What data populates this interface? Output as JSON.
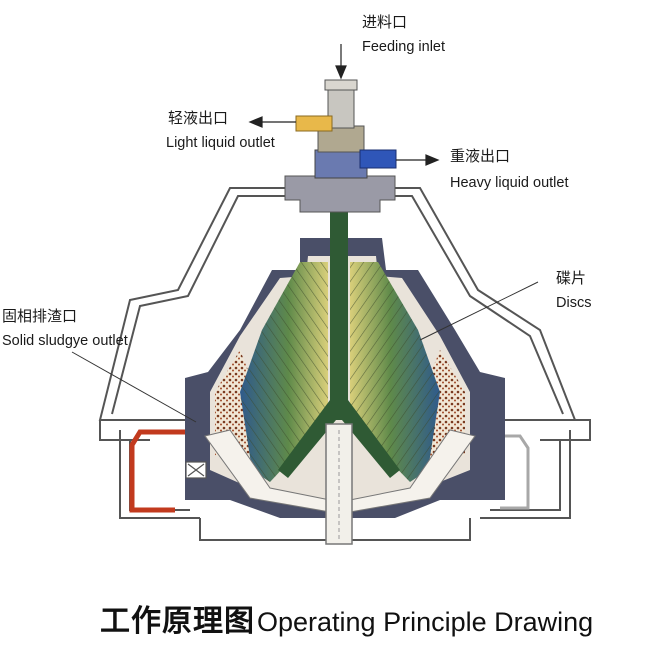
{
  "labels": {
    "feeding_inlet": {
      "zh": "进料口",
      "en": "Feeding inlet"
    },
    "light_liquid_outlet": {
      "zh": "轻液出口",
      "en": "Light liquid outlet"
    },
    "heavy_liquid_outlet": {
      "zh": "重液出口",
      "en": "Heavy liquid outlet"
    },
    "solid_sludge_outlet": {
      "zh": "固相排渣口",
      "en": "Solid sludgye outlet"
    },
    "discs": {
      "zh": "碟片",
      "en": "Discs"
    }
  },
  "caption": {
    "zh": "工作原理图",
    "en": "Operating Principle Drawing"
  },
  "colors": {
    "light_liquid": "#e8b84a",
    "heavy_liquid": "#2f56b8",
    "bowl_frame": "#4a4f68",
    "discs": "#d9c97a",
    "sludge": "#8a3a20",
    "feed_pipe": "#2f6b3a",
    "drain": "#c23a1e",
    "housing_line": "#555555"
  }
}
